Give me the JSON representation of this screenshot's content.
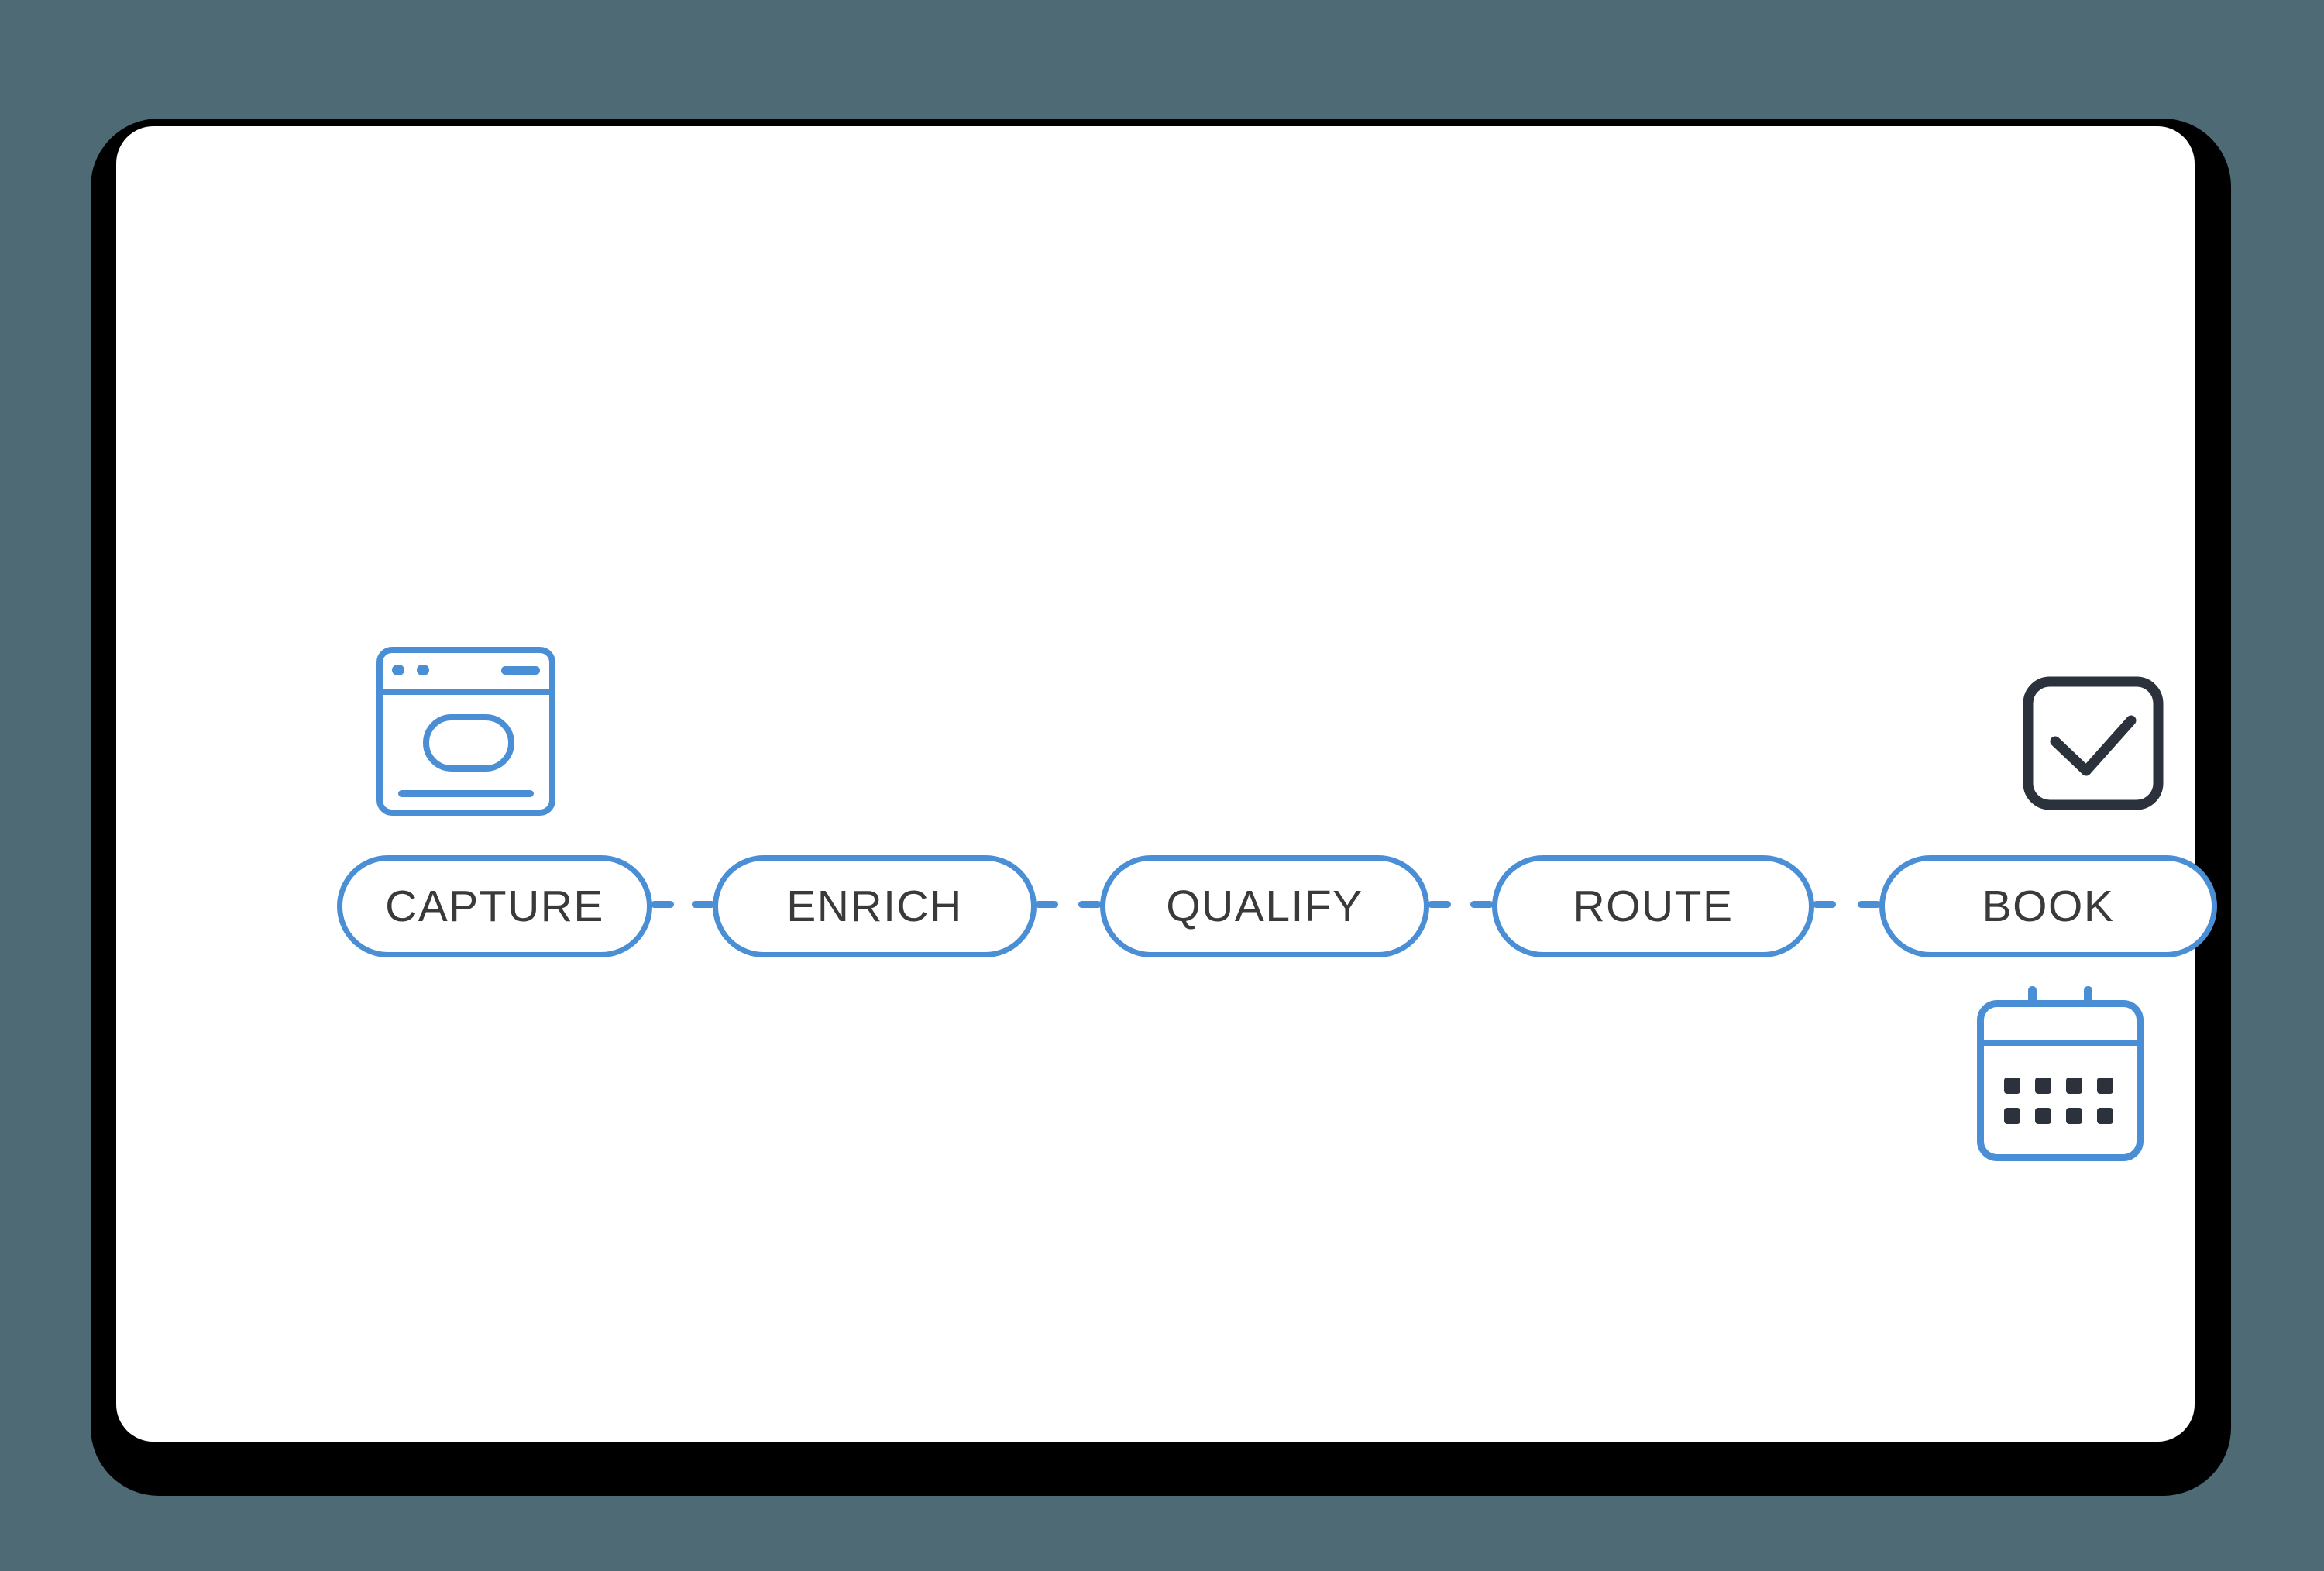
{
  "colors": {
    "background": "#4e6a74",
    "card": "#ffffff",
    "shadow": "#000000",
    "accent": "#4a8fd5",
    "dark_ink": "#2b323b",
    "label_text": "#3a3a3a"
  },
  "pipeline": {
    "connector_style": "dashed",
    "stages": [
      {
        "label": "CAPTURE"
      },
      {
        "label": "ENRICH"
      },
      {
        "label": "QUALIFY"
      },
      {
        "label": "ROUTE"
      },
      {
        "label": "BOOK"
      }
    ]
  },
  "icons": {
    "capture_top": "browser-window-icon",
    "book_top": "checkbox-checked-icon",
    "book_bottom": "calendar-icon"
  }
}
